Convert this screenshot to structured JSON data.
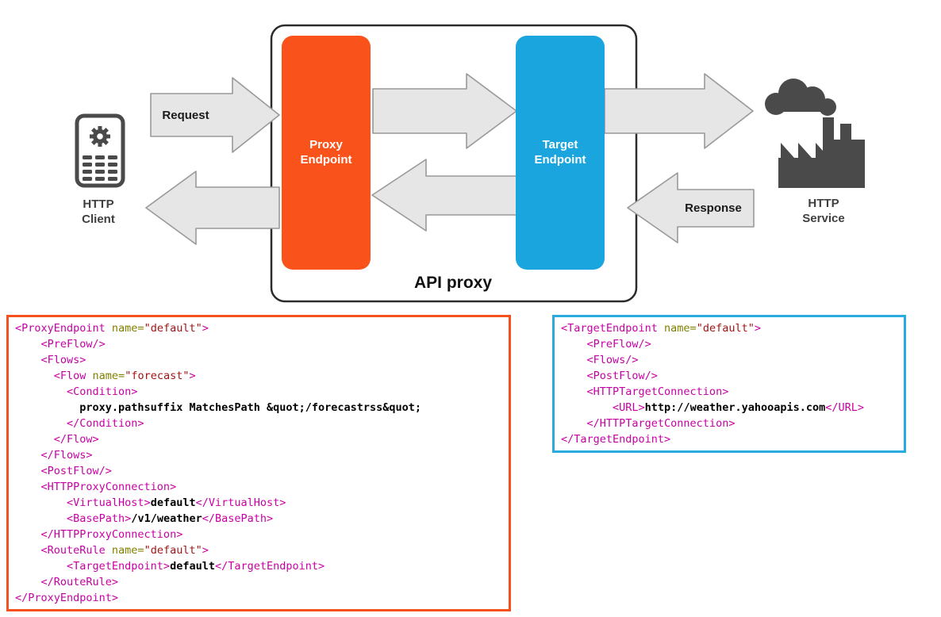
{
  "diagram": {
    "labels": {
      "request": "Request",
      "response": "Response",
      "api_proxy": "API proxy",
      "proxy_line1": "Proxy",
      "proxy_line2": "Endpoint",
      "target_line1": "Target",
      "target_line2": "Endpoint",
      "client_line1": "HTTP",
      "client_line2": "Client",
      "service_line1": "HTTP",
      "service_line2": "Service"
    },
    "icons": {
      "http_client": "phone-with-gear-icon",
      "http_service": "factory-with-smoke-icon"
    },
    "colors": {
      "proxy_endpoint": "#F9521A",
      "target_endpoint": "#1BA5DF",
      "arrow_fill": "#E6E6E6",
      "arrow_stroke": "#999999",
      "icon_gray": "#4A4A4A"
    }
  },
  "code_colors": {
    "tag": "#C800A4",
    "attr": "#808000",
    "val": "#A31515",
    "text": "#000000"
  },
  "proxy_code": {
    "border": "#F4511E",
    "lines": [
      [
        [
          "tag",
          "<ProxyEndpoint "
        ],
        [
          "attr",
          "name="
        ],
        [
          "val",
          "\"default\""
        ],
        [
          "tag",
          ">"
        ]
      ],
      [
        [
          "tag",
          "    <PreFlow/>"
        ]
      ],
      [
        [
          "tag",
          "    <Flows>"
        ]
      ],
      [
        [
          "tag",
          "      <Flow "
        ],
        [
          "attr",
          "name="
        ],
        [
          "val",
          "\"forecast\""
        ],
        [
          "tag",
          ">"
        ]
      ],
      [
        [
          "tag",
          "        <Condition>"
        ]
      ],
      [
        [
          "text",
          "          proxy.pathsuffix MatchesPath &quot;/forecastrss&quot;"
        ]
      ],
      [
        [
          "tag",
          "        </Condition>"
        ]
      ],
      [
        [
          "tag",
          "      </Flow>"
        ]
      ],
      [
        [
          "tag",
          "    </Flows>"
        ]
      ],
      [
        [
          "tag",
          "    <PostFlow/>"
        ]
      ],
      [
        [
          "tag",
          "    <HTTPProxyConnection>"
        ]
      ],
      [
        [
          "tag",
          "        <VirtualHost>"
        ],
        [
          "text",
          "default"
        ],
        [
          "tag",
          "</VirtualHost>"
        ]
      ],
      [
        [
          "tag",
          "        <BasePath>"
        ],
        [
          "text",
          "/v1/weather"
        ],
        [
          "tag",
          "</BasePath>"
        ]
      ],
      [
        [
          "tag",
          "    </HTTPProxyConnection>"
        ]
      ],
      [
        [
          "tag",
          "    <RouteRule "
        ],
        [
          "attr",
          "name="
        ],
        [
          "val",
          "\"default\""
        ],
        [
          "tag",
          ">"
        ]
      ],
      [
        [
          "tag",
          "        <TargetEndpoint>"
        ],
        [
          "text",
          "default"
        ],
        [
          "tag",
          "</TargetEndpoint>"
        ]
      ],
      [
        [
          "tag",
          "    </RouteRule>"
        ]
      ],
      [
        [
          "tag",
          "</ProxyEndpoint>"
        ]
      ]
    ]
  },
  "target_code": {
    "border": "#29ABE2",
    "lines": [
      [
        [
          "tag",
          "<TargetEndpoint "
        ],
        [
          "attr",
          "name="
        ],
        [
          "val",
          "\"default\""
        ],
        [
          "tag",
          ">"
        ]
      ],
      [
        [
          "tag",
          "    <PreFlow/>"
        ]
      ],
      [
        [
          "tag",
          "    <Flows/>"
        ]
      ],
      [
        [
          "tag",
          "    <PostFlow/>"
        ]
      ],
      [
        [
          "tag",
          "    <HTTPTargetConnection>"
        ]
      ],
      [
        [
          "tag",
          "        <URL>"
        ],
        [
          "text",
          "http://weather.yahooapis.com"
        ],
        [
          "tag",
          "</URL>"
        ]
      ],
      [
        [
          "tag",
          "    </HTTPTargetConnection>"
        ]
      ],
      [
        [
          "tag",
          "</TargetEndpoint>"
        ]
      ]
    ]
  }
}
